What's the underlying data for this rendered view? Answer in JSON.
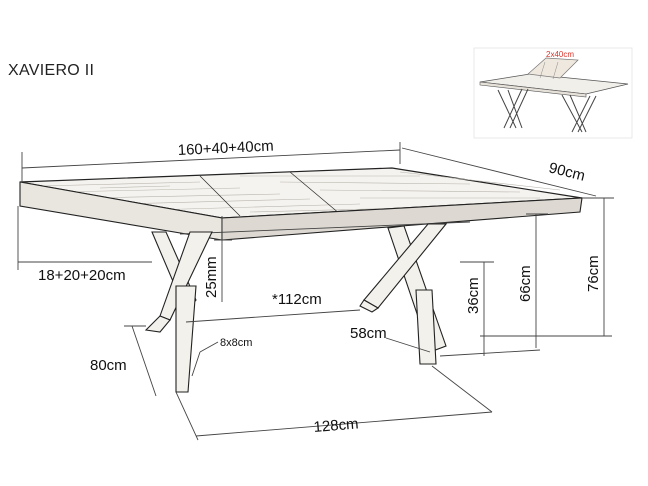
{
  "product": {
    "name": "XAVIERO II"
  },
  "inset": {
    "extension_label": "2x40cm",
    "extension_color": "#d9342b"
  },
  "dimensions": {
    "length": "160+40+40cm",
    "depth": "90cm",
    "height": "76cm",
    "leg_clearance_height": "66cm",
    "crossbar_height": "36cm",
    "top_thickness": "25mm",
    "overhang": "18+20+20cm",
    "inner_leg_distance": "*112cm",
    "leg_section": "8x8cm",
    "leg_foot_length": "80cm",
    "leg_depth": "58cm",
    "outer_leg_distance": "128cm"
  }
}
